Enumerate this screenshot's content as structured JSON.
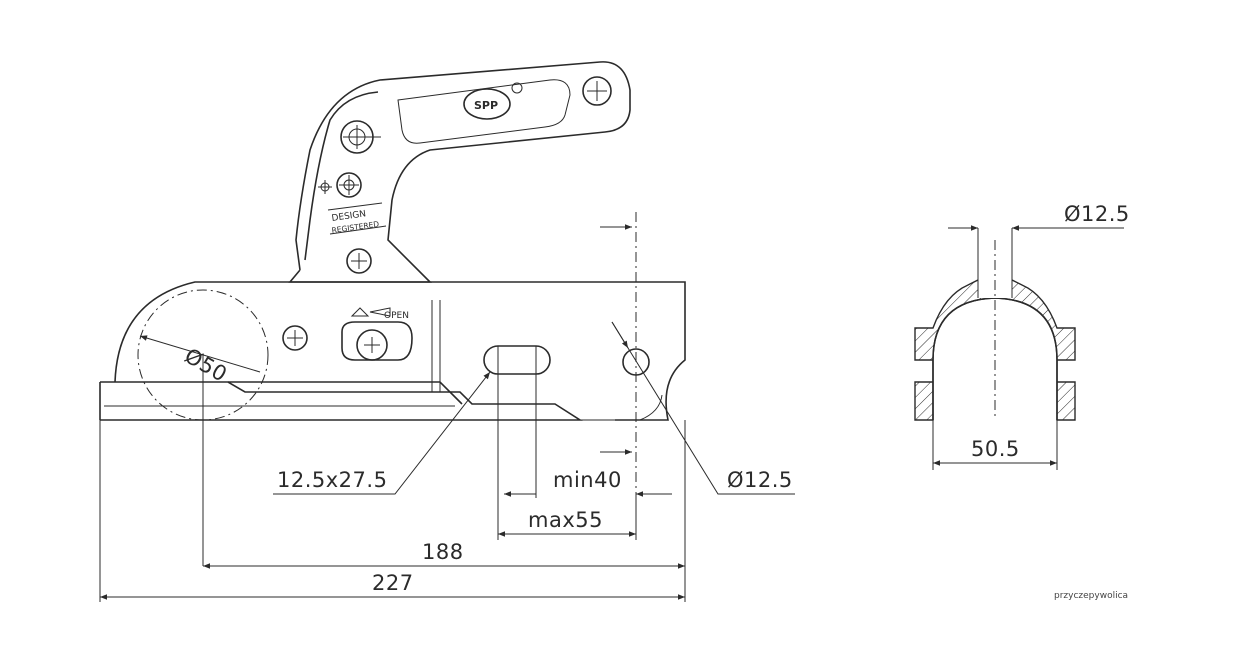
{
  "labels": {
    "ball_diameter": "Ø50",
    "slot_size": "12.5x27.5",
    "min_distance": "min40",
    "max_distance": "max55",
    "bolt_hole": "Ø12.5",
    "distance_188": "188",
    "total_length": "227",
    "section_hole": "Ø12.5",
    "section_width": "50.5",
    "design_line1": "DESIGN",
    "design_line2": "REGISTERED",
    "open_label": "OPEN",
    "logo": "SPP",
    "watermark": "przyczepywolica"
  },
  "colors": {
    "line": "#2b2b2b",
    "background": "#ffffff"
  }
}
